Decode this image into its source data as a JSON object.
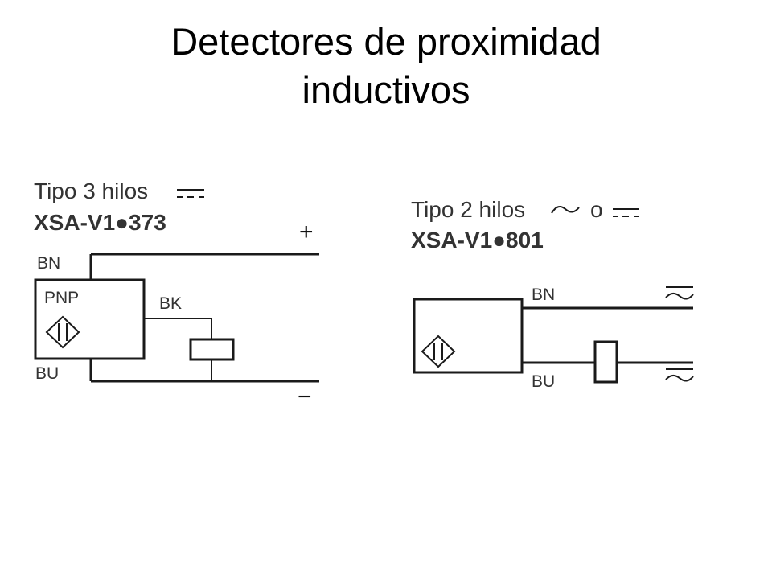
{
  "slide": {
    "title_line1": "Detectores de proximidad",
    "title_line2": "inductivos"
  },
  "diagram_left": {
    "caption": "Tipo 3 hilos",
    "model": "XSA-V1●373",
    "sensor_type": "PNP",
    "wire_top": "BN",
    "wire_output": "BK",
    "wire_bottom": "BU",
    "plus": "+",
    "minus": "−"
  },
  "diagram_right": {
    "caption": "Tipo 2 hilos",
    "caption_or": "o",
    "model": "XSA-V1●801",
    "wire_top": "BN",
    "wire_bottom": "BU"
  }
}
